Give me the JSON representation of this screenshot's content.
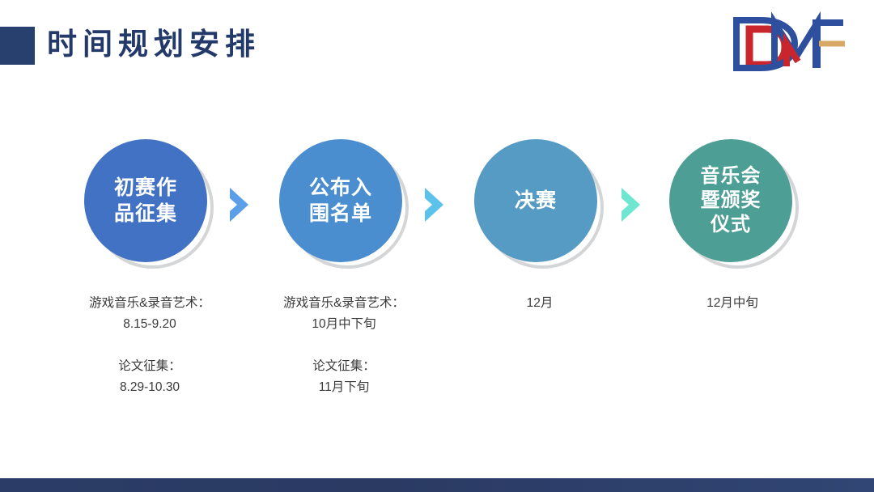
{
  "slide": {
    "title": "时间规划安排",
    "background_color": "#ffffff",
    "accent_navy": "#27406e",
    "title_color": "#22396a",
    "bottom_bar_color": "#2b3c66"
  },
  "logo": {
    "name": "dmf-logo",
    "letters": "DMF",
    "blue": "#2d4f9e",
    "red": "#c8262c",
    "gold": "#d8a866"
  },
  "stages": [
    {
      "id": "stage-1",
      "label": "初赛作\n品征集",
      "label_lines": [
        "初赛作",
        "品征集"
      ],
      "color": "#4272c4",
      "ring_color": "#d3d5d6",
      "captions": [
        {
          "lines": [
            "游戏音乐&录音艺术：",
            "8.15-9.20"
          ]
        },
        {
          "lines": [
            "论文征集：",
            "8.29-10.30"
          ]
        }
      ]
    },
    {
      "id": "stage-2",
      "label": "公布入\n围名单",
      "label_lines": [
        "公布入",
        "围名单"
      ],
      "color": "#4b8ed0",
      "ring_color": "#d3d5d6",
      "captions": [
        {
          "lines": [
            "游戏音乐&录音艺术：",
            "10月中下旬"
          ]
        },
        {
          "lines": [
            "论文征集：",
            "11月下旬"
          ]
        }
      ]
    },
    {
      "id": "stage-3",
      "label": "决赛",
      "label_lines": [
        "决赛"
      ],
      "color": "#569bc4",
      "ring_color": "#d3d5d6",
      "captions": [
        {
          "lines": [
            "12月"
          ]
        }
      ]
    },
    {
      "id": "stage-4",
      "label": "音乐会\n暨颁奖\n仪式",
      "label_lines": [
        "音乐会",
        "暨颁奖",
        "仪式"
      ],
      "color": "#4d9f95",
      "ring_color": "#d3d5d6",
      "captions": [
        {
          "lines": [
            "12月中旬"
          ]
        }
      ]
    }
  ],
  "arrows": [
    {
      "id": "arrow-1",
      "color": "#5b9fe8"
    },
    {
      "id": "arrow-2",
      "color": "#5cc2ec"
    },
    {
      "id": "arrow-3",
      "color": "#6fe6cf"
    }
  ]
}
